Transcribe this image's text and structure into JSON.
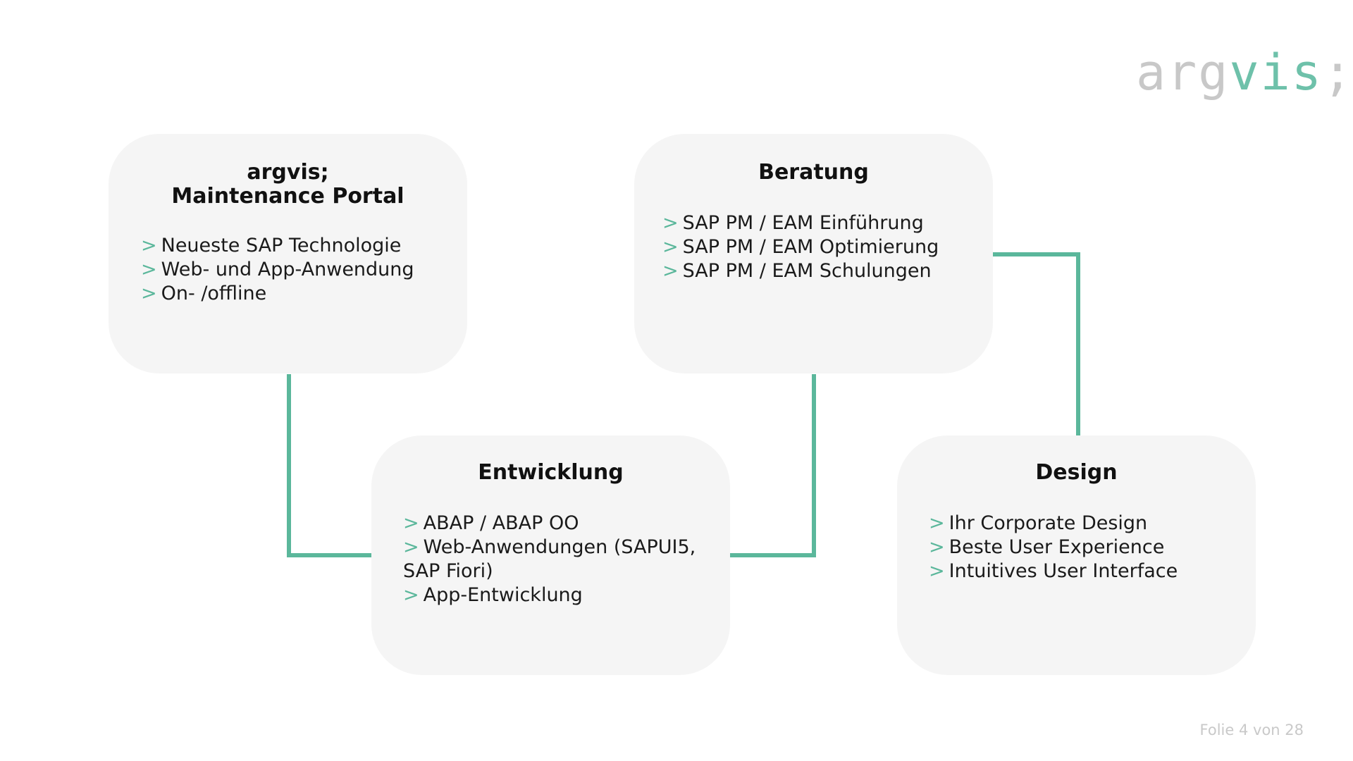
{
  "logo": {
    "part1": "arg",
    "part2": "vis",
    "part3": ";"
  },
  "colors": {
    "accent": "#5bb79b",
    "card_background": "#f5f5f5",
    "logo_gray": "#c8c8c8",
    "logo_green": "#6ec1aa"
  },
  "cards": {
    "portal": {
      "title_line1": "argvis;",
      "title_line2": "Maintenance Portal",
      "items": [
        "Neueste SAP Technologie",
        "Web- und App-Anwendung",
        "On- /offline"
      ]
    },
    "beratung": {
      "title": "Beratung",
      "items": [
        "SAP PM / EAM Einführung",
        "SAP PM / EAM Optimierung",
        "SAP PM / EAM Schulungen"
      ]
    },
    "entwicklung": {
      "title": "Entwicklung",
      "items": [
        "ABAP / ABAP OO",
        "Web-Anwendungen (SAPUI5, SAP Fiori)",
        "App-Entwicklung"
      ]
    },
    "design": {
      "title": "Design",
      "items": [
        "Ihr Corporate Design",
        "Beste User Experience",
        "Intuitives User Interface"
      ]
    }
  },
  "bullet": ">",
  "footer": {
    "slide_number": "Folie 4 von 28"
  }
}
